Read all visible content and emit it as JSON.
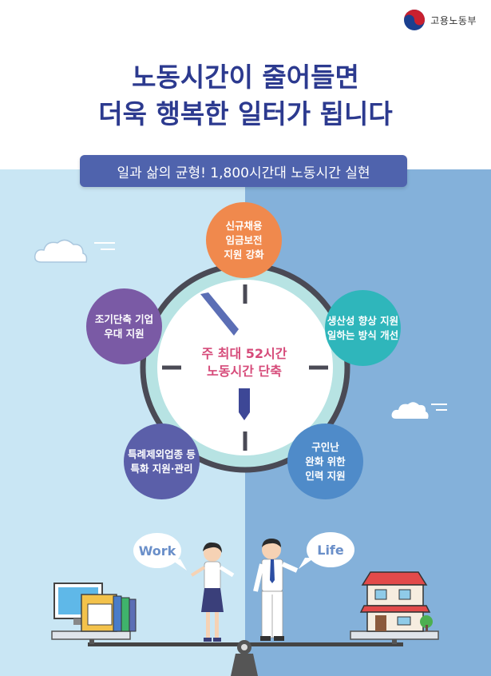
{
  "header": {
    "org_name": "고용노동부"
  },
  "headline": {
    "line1": "노동시간이 줄어들면",
    "line2": "더욱 행복한 일터가 됩니다"
  },
  "subtitle": "일과 삶의 균형! 1,800시간대 노동시간 실현",
  "center": {
    "line1": "주 최대 52시간",
    "line2": "노동시간 단축"
  },
  "bubbles": {
    "top": {
      "l1": "신규채용",
      "l2": "임금보전",
      "l3": "지원 강화",
      "color": "#f0894d"
    },
    "left": {
      "l1": "조기단축 기업",
      "l2": "우대 지원",
      "color": "#7a5aa5"
    },
    "right": {
      "l1": "생산성 향상 지원",
      "l2": "일하는 방식 개선",
      "color": "#2fb6bb"
    },
    "bottom_left": {
      "l1": "특례제외업종 등",
      "l2": "특화 지원·관리",
      "color": "#5b5fa9"
    },
    "bottom_right": {
      "l1": "구인난",
      "l2": "완화 위한",
      "l3": "인력 지원",
      "color": "#4f8bc9"
    }
  },
  "balance": {
    "work_label": "Work",
    "life_label": "Life"
  },
  "colors": {
    "title": "#2c3a8f",
    "bg_left": "#c9e6f4",
    "bg_right": "#84b1da",
    "subtitle_bg": "#4f63ad",
    "center_text": "#d64b7a"
  },
  "icons": [
    "taegeuk-logo-icon",
    "cloud-icon",
    "clock-icon",
    "office-icon",
    "house-icon",
    "woman-icon",
    "man-icon",
    "seesaw-icon"
  ]
}
